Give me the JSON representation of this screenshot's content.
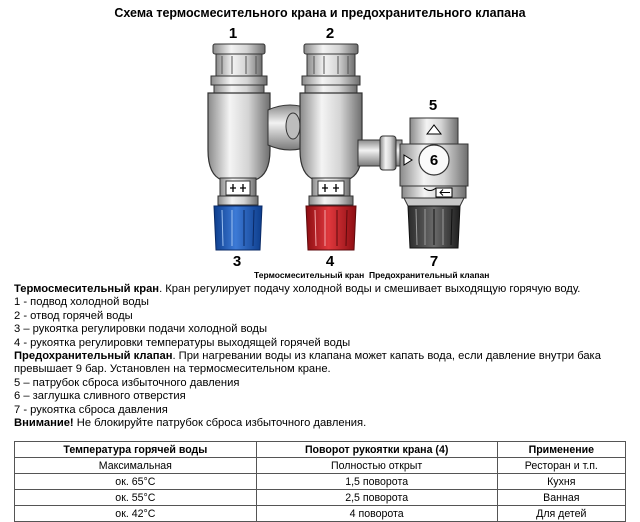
{
  "title": "Схема термосмесительного крана  и предохранительного клапана",
  "diagram": {
    "callouts": [
      "1",
      "2",
      "5",
      "6",
      "3",
      "4",
      "7"
    ],
    "captions": {
      "mixer": "Термосмесительный кран",
      "valve": "Предохранительный клапан"
    },
    "colors": {
      "cold_handle": "#1f5fb8",
      "hot_handle": "#c4161c"
    }
  },
  "description": {
    "mixer": {
      "heading": "Термосмесительный кран",
      "text": ". Кран регулирует подачу холодной воды и смешивает выходящую горячую воду.",
      "items": [
        "1 - подвод холодной воды",
        "2 - отвод горячей воды",
        "3 – рукоятка регулировки подачи холодной воды",
        "4 - рукоятка регулировки температуры выходящей горячей воды"
      ]
    },
    "valve": {
      "heading": "Предохранительный клапан",
      "text": ". При нагревании воды из клапана может капать вода, если давление внутри бака",
      "text2": "превышает 9 бар. Установлен на термосмесительном кране.",
      "items": [
        "5 – патрубок сброса избыточного давления",
        "6 – заглушка сливного отверстия",
        "7 - рукоятка сброса давления"
      ]
    },
    "warning": {
      "label": "Внимание!",
      "text": " Не блокируйте патрубок сброса избыточного давления."
    }
  },
  "table": {
    "headers": [
      "Температура горячей воды",
      "Поворот рукоятки крана (4)",
      "Применение"
    ],
    "rows": [
      [
        "Максимальная",
        "Полностью открыт",
        "Ресторан и т.п."
      ],
      [
        "ок. 65°С",
        "1,5 поворота",
        "Кухня"
      ],
      [
        "ок. 55°С",
        "2,5 поворота",
        "Ванная"
      ],
      [
        "ок. 42°С",
        "4 поворота",
        "Для детей"
      ]
    ]
  }
}
